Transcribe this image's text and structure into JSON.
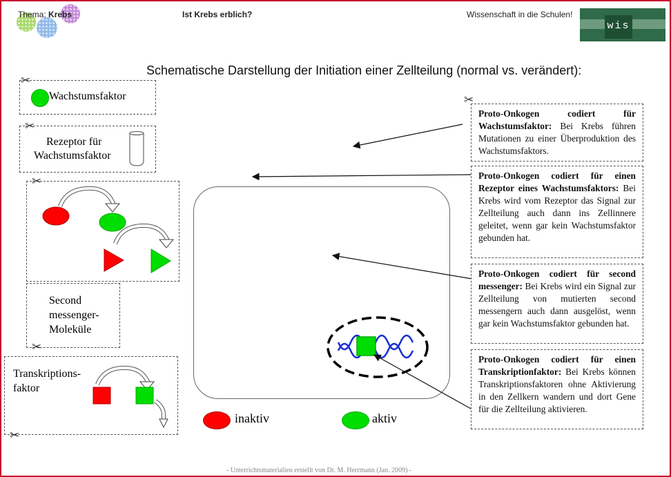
{
  "header": {
    "topic_prefix": "Thema:",
    "topic": "Krebs",
    "question": "Ist Krebs erblich?",
    "slogan": "Wissenschaft in die Schulen!",
    "logo_text": "wis"
  },
  "title": "Schematische Darstellung der Initiation einer Zellteilung (normal vs. verändert):",
  "legend_left": {
    "wachstumsfaktor": "Wachstumsfaktor",
    "rezeptor_line1": "Rezeptor für",
    "rezeptor_line2": "Wachstumsfaktor",
    "second_line1": "Second",
    "second_line2": "messenger-",
    "second_line3": "Moleküle",
    "transkription_line1": "Transkriptions-",
    "transkription_line2": "faktor"
  },
  "state_legend": {
    "inactive": "inaktiv",
    "active": "aktiv"
  },
  "info_boxes": [
    {
      "bold": "Proto-Onkogen codiert für Wachstumsfaktor:",
      "text": " Bei Krebs führen Mutationen zu einer Überproduktion des Wachstumsfaktors."
    },
    {
      "bold": "Proto-Onkogen codiert für einen Rezeptor eines Wachstumsfaktors:",
      "text": " Bei Krebs wird vom Rezeptor das Signal zur Zellteilung auch dann ins Zellinnere geleitet, wenn gar kein Wachstumsfaktor gebunden hat."
    },
    {
      "bold": "Proto-Onkogen codiert für second messenger:",
      "text": " Bei Krebs wird ein Signal zur Zellteilung von mutierten second messengern auch dann ausgelöst, wenn gar kein Wachstumsfaktor gebunden hat."
    },
    {
      "bold": "Proto-Onkogen codiert für einen Transkriptionfaktor:",
      "text": " Bei Krebs können Transkriptionsfaktoren ohne Aktivierung in den Zellkern wandern und dort Gene für die Zellteilung aktivieren."
    }
  ],
  "footer": "- Unterrichtsmaterialien erstellt von Dr. M. Herrmann (Jan. 2009) -",
  "colors": {
    "inactive": "#ff0000",
    "active": "#00dd00",
    "dna": "#1a2fd6",
    "border": "#c8102e"
  }
}
